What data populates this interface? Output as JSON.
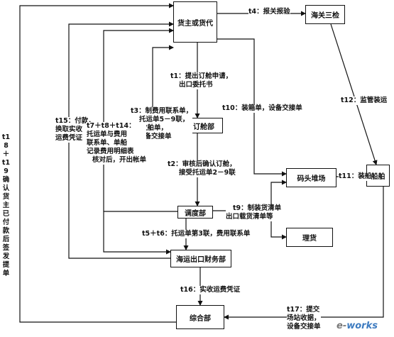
{
  "nodes": {
    "cargo_owner": "货主或货代",
    "customs": "海关三检",
    "booking_dept": "订舱部",
    "terminal_yard": "码头堆场",
    "ship": "船舶",
    "dispatch_dept": "调度部",
    "tally": "理货",
    "finance_dept": "海运出口财务部",
    "general_dept": "综合部"
  },
  "edges": {
    "t4": "t4：报关报验",
    "t1": [
      "t1：提出订舱申请，",
      "出口委托书"
    ],
    "t12": "t12：监管装运",
    "t3": [
      "t3：制费用联系单，",
      "托运单5－9联，",
      "放舶单，",
      "设备交接单"
    ],
    "t10": "t10：装箱单，设备交接单",
    "t15": [
      "t15：付款，",
      "换取实收",
      "运费凭证"
    ],
    "t7_8_14": [
      "t7＋t8＋t14：",
      "托运单与费用",
      "联系单、单船",
      "记录费用明细表",
      "核对后，开出帐单"
    ],
    "t2": [
      "t2：审核后确认订舱，",
      "接受托运单2－9联"
    ],
    "t11": "t11：装船",
    "t9": [
      "t9：制装货清单",
      "出口载货清单等"
    ],
    "t5_6": "t5＋t6：托运单第3联，费用联系单",
    "t16": "t16：实收运费凭证",
    "t17": [
      "t17：提交",
      "场站收据，",
      "设备交接单"
    ],
    "t18_19": "t18＋t19确认货主已付款后签发提单"
  },
  "watermark": [
    "e-",
    "works"
  ]
}
